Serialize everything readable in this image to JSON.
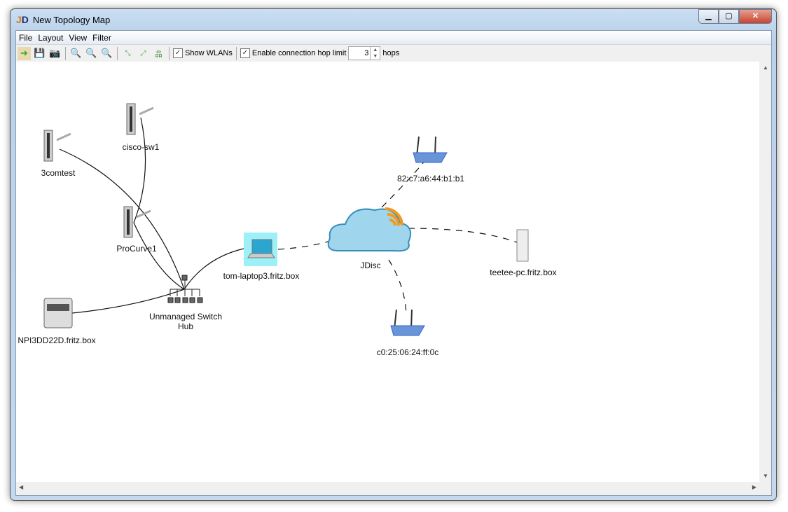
{
  "window": {
    "title": "New Topology Map",
    "controls": [
      "minimize",
      "maximize",
      "close"
    ]
  },
  "menu": [
    "File",
    "Layout",
    "View",
    "Filter"
  ],
  "toolbar": {
    "show_wlans": "Show WLANs",
    "hop_limit_label": "Enable connection hop limit",
    "hop_value": "3",
    "hops_suffix": "hops",
    "show_wlans_checked": true,
    "hop_limit_checked": true
  },
  "nodes": {
    "cisco": "cisco-sw1",
    "threecom": "3comtest",
    "procurve": "ProCurve1",
    "printer": "NPI3DD22D.fritz.box",
    "hub_line1": "Unmanaged Switch",
    "hub_line2": "Hub",
    "laptop": "tom-laptop3.fritz.box",
    "cloud": "JDisc",
    "router1": "82:c7:a6:44:b1:b1",
    "teetee": "teetee-pc.fritz.box",
    "router2": "c0:25:06:24:ff:0c"
  }
}
